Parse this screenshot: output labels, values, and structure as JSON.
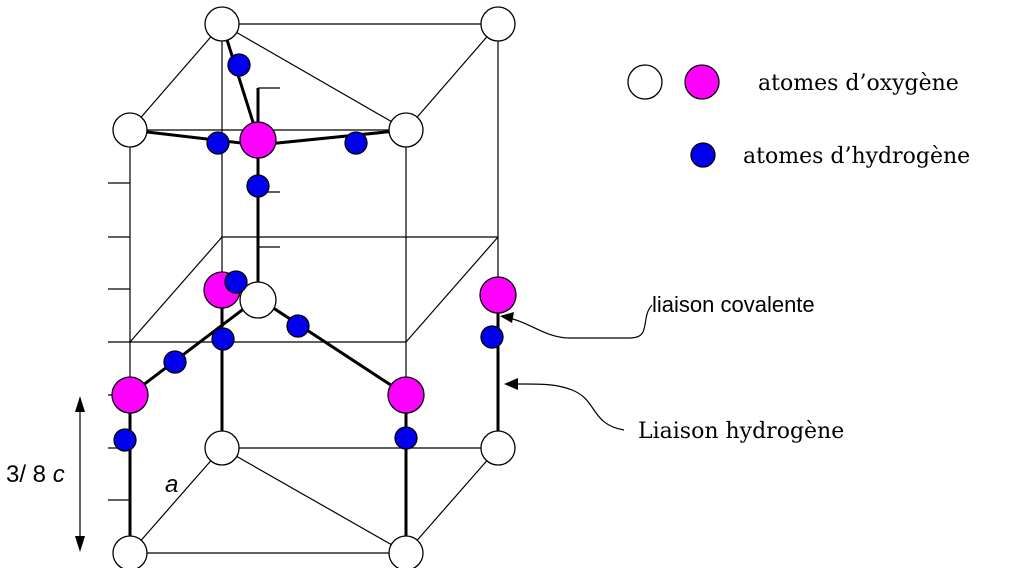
{
  "legend": {
    "oxygen_label": "atomes d’oxygène",
    "hydrogen_label": "atomes d’hydrogène"
  },
  "annotations": {
    "covalent_bond": "liaison covalente",
    "hydrogen_bond": "Liaison hydrogène",
    "height_prefix": "3/ 8 ",
    "height_var": "c",
    "lattice_param": "a"
  },
  "colors": {
    "oxygen_magenta": "#ff00ff",
    "oxygen_white": "#ffffff",
    "hydrogen_blue": "#0000ee",
    "lines": "#000000"
  }
}
